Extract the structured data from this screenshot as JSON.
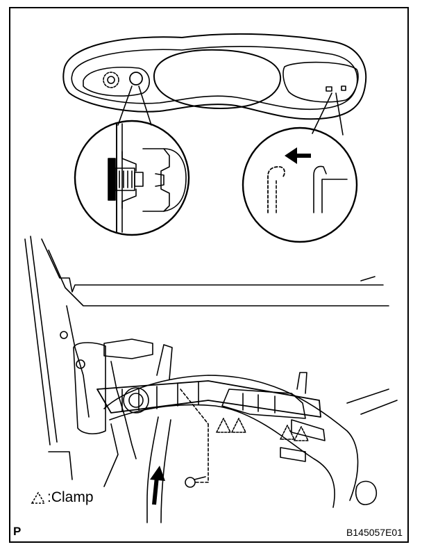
{
  "legend": {
    "icon": "dashed-triangle-icon",
    "label": ":Clamp"
  },
  "corner_letter": "P",
  "figure_code": "B145057E01",
  "colors": {
    "ink": "#000000",
    "paper": "#ffffff"
  }
}
